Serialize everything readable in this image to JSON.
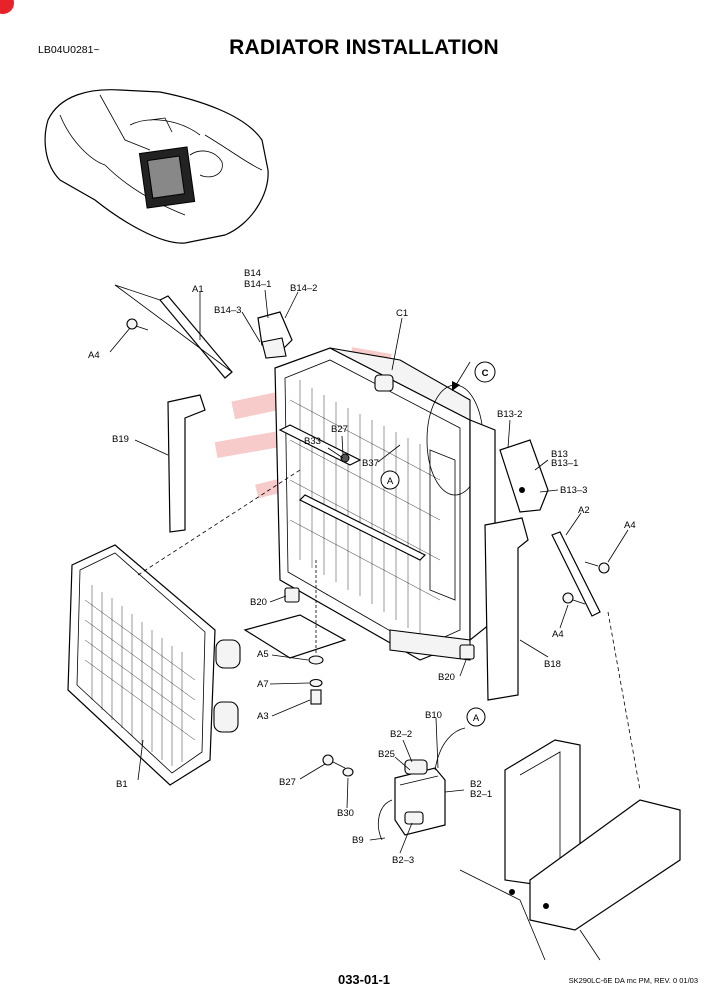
{
  "header": {
    "serial": "LB04U0281~",
    "title": "RADIATOR INSTALLATION"
  },
  "footer": {
    "page_number": "033-01-1",
    "revision": "SK290LC-6E DA mc PM, REV. 0 01/03"
  },
  "callouts": {
    "A1": "A1",
    "A2": "A2",
    "A3": "A3",
    "A4a": "A4",
    "A4b": "A4",
    "A4c": "A4",
    "A5": "A5",
    "A7": "A7",
    "B1": "B1",
    "B2": "B2",
    "B2_1": "B2–1",
    "B2_2": "B2–2",
    "B2_3": "B2–3",
    "B9": "B9",
    "B10": "B10",
    "B13": "B13",
    "B13_1": "B13–1",
    "B13_2": "B13-2",
    "B13_3": "B13–3",
    "B14": "B14",
    "B14_1": "B14–1",
    "B14_2": "B14–2",
    "B14_3": "B14–3",
    "B18": "B18",
    "B19": "B19",
    "B20a": "B20",
    "B20b": "B20",
    "B25": "B25",
    "B27a": "B27",
    "B27b": "B27",
    "B30": "B30",
    "B33": "B33",
    "B37": "B37",
    "C1": "C1"
  },
  "view_markers": {
    "circle_a_1": "A",
    "circle_a_2": "A",
    "circle_c": "C"
  }
}
